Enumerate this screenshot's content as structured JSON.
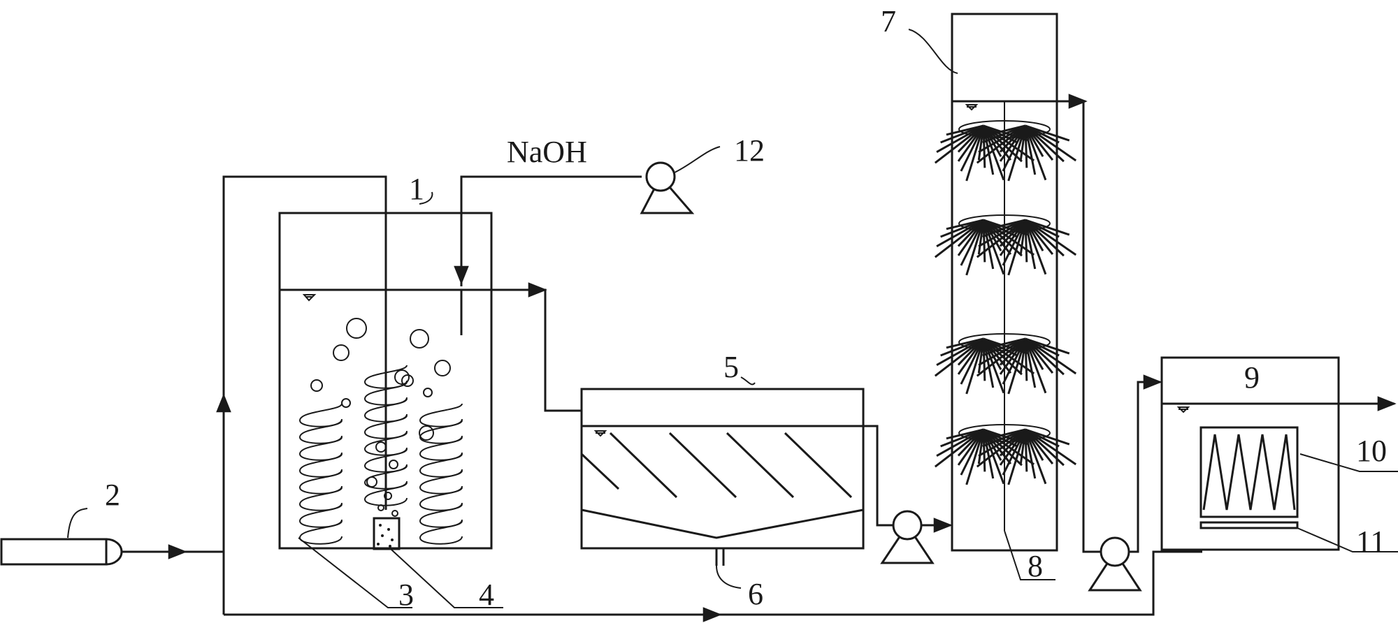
{
  "reagent": "NaOH",
  "labels": {
    "n1": "1",
    "n2": "2",
    "n3": "3",
    "n4": "4",
    "n5": "5",
    "n6": "6",
    "n7": "7",
    "n8": "8",
    "n9": "9",
    "n10": "10",
    "n11": "11",
    "n12": "12"
  }
}
